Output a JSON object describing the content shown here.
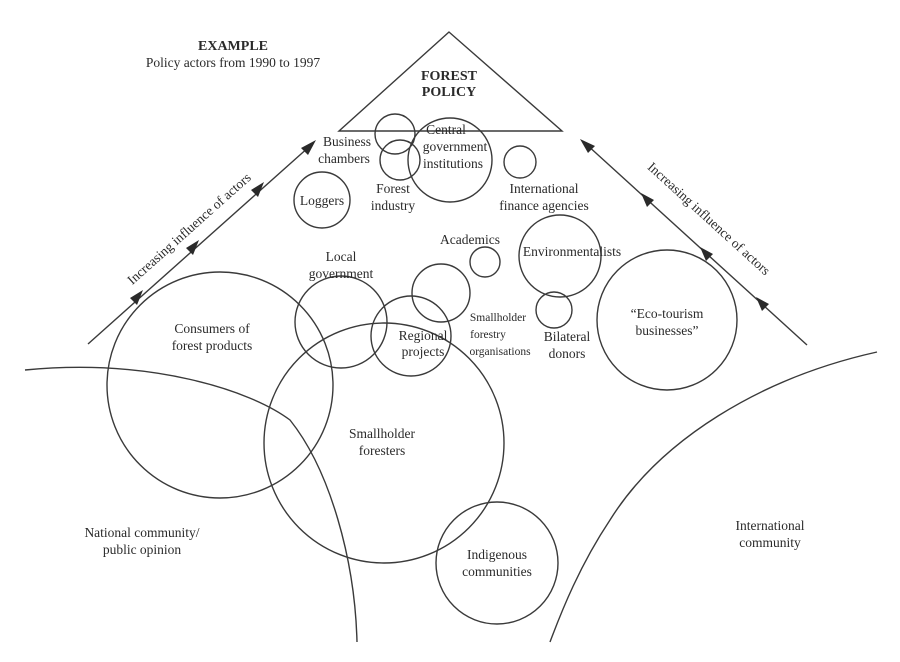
{
  "header": {
    "title": "EXAMPLE",
    "subtitle": "Policy actors from 1990 to 1997"
  },
  "apex": {
    "lines": [
      "FOREST",
      "POLICY"
    ]
  },
  "axes": {
    "left_label": "Increasing influence of actors",
    "right_label": "Increasing influence of actors"
  },
  "actors": [
    {
      "id": "business-chambers",
      "lines": [
        "Business",
        "chambers"
      ]
    },
    {
      "id": "forest-industry",
      "lines": [
        "Forest",
        "industry"
      ]
    },
    {
      "id": "central-government-institutions",
      "lines": [
        "Central",
        "government",
        "institutions"
      ]
    },
    {
      "id": "international-finance-agencies",
      "lines": [
        "International",
        "finance agencies"
      ]
    },
    {
      "id": "loggers",
      "lines": [
        "Loggers"
      ]
    },
    {
      "id": "academics",
      "lines": [
        "Academics"
      ]
    },
    {
      "id": "environmentalists",
      "lines": [
        "Environmentalists"
      ]
    },
    {
      "id": "local-government",
      "lines": [
        "Local",
        "government"
      ]
    },
    {
      "id": "smallholder-forestry-organisations",
      "lines": [
        "Smallholder",
        "forestry",
        "organisations"
      ]
    },
    {
      "id": "regional-projects",
      "lines": [
        "Regional",
        "projects"
      ]
    },
    {
      "id": "bilateral-donors",
      "lines": [
        "Bilateral",
        "donors"
      ]
    },
    {
      "id": "eco-tourism-businesses",
      "lines": [
        "“Eco-tourism",
        "businesses”"
      ]
    },
    {
      "id": "consumers-of-forest-products",
      "lines": [
        "Consumers of",
        "forest products"
      ]
    },
    {
      "id": "smallholder-foresters",
      "lines": [
        "Smallholder",
        "foresters"
      ]
    },
    {
      "id": "indigenous-communities",
      "lines": [
        "Indigenous",
        "communities"
      ]
    }
  ],
  "regions": {
    "national": [
      "National community/",
      "public opinion"
    ],
    "international": [
      "International",
      "community"
    ]
  }
}
